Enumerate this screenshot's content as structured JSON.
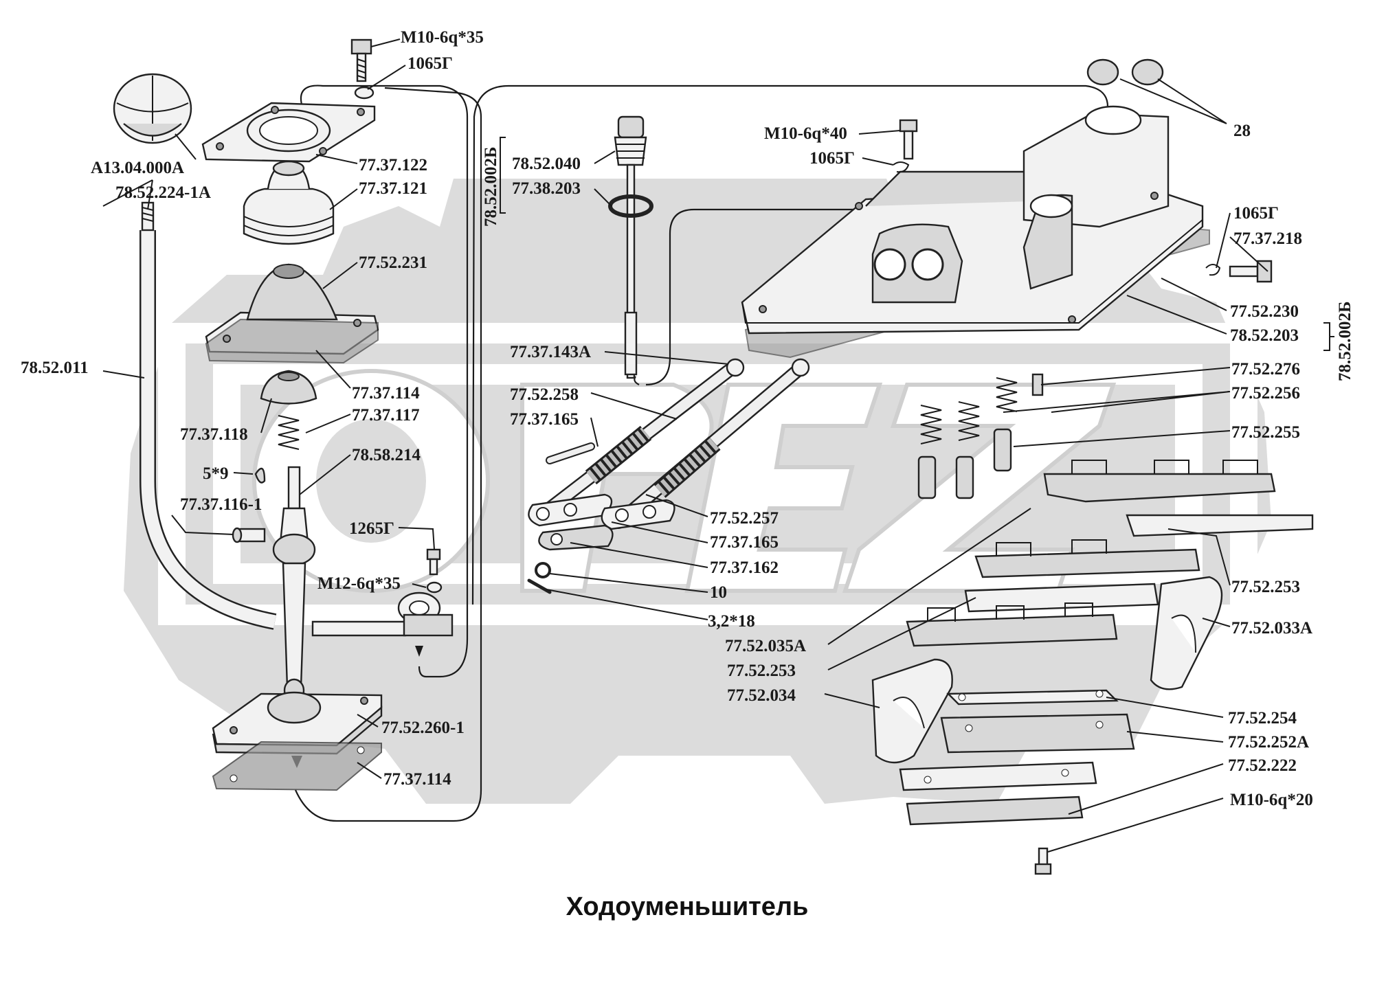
{
  "title": "Ходоуменьшитель",
  "colors": {
    "watermark": "#dcdcdc",
    "ink": "#1a1a1a",
    "background": "#ffffff"
  },
  "watermark": {
    "text": "OPEZ",
    "icon": "gear-watermark-icon"
  },
  "labels": [
    "М10-6q*35",
    "1065Г",
    "А13.04.000А",
    "78.52.224-1А",
    "77.37.122",
    "77.37.121",
    "77.52.231",
    "78.52.011",
    "77.37.114",
    "77.37.117",
    "77.37.118",
    "5*9",
    "78.58.214",
    "77.37.116-1",
    "1265Г",
    "М12-6q*35",
    "77.52.260-1",
    "77.37.114",
    "78.52.002Б",
    "78.52.040",
    "77.38.203",
    "77.37.143А",
    "77.52.258",
    "77.37.165",
    "77.52.257",
    "77.37.165",
    "77.37.162",
    "10",
    "3,2*18",
    "М10-6q*40",
    "1065Г",
    "28",
    "1065Г",
    "77.37.218",
    "77.52.230",
    "78.52.203",
    "78.52.002Б",
    "77.52.276",
    "77.52.256",
    "77.52.255",
    "77.52.253",
    "77.52.033А",
    "77.52.035А",
    "77.52.253",
    "77.52.034",
    "77.52.254",
    "77.52.252А",
    "77.52.222",
    "М10-6q*20"
  ]
}
